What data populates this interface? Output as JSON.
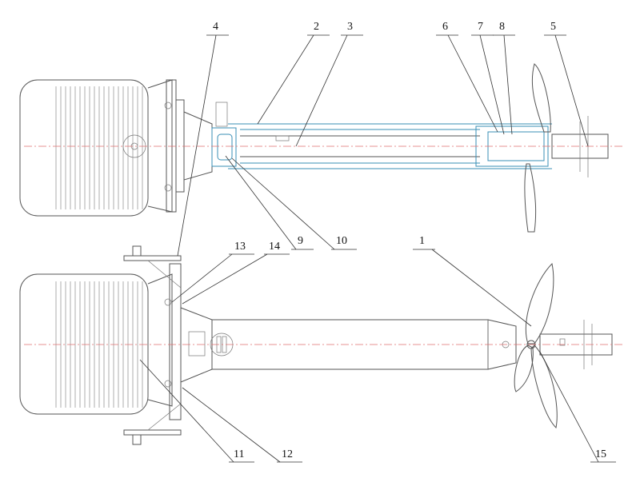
{
  "callouts": {
    "c1": "1",
    "c2": "2",
    "c3": "3",
    "c4": "4",
    "c5": "5",
    "c6": "6",
    "c7": "7",
    "c8": "8",
    "c9": "9",
    "c10": "10",
    "c11": "11",
    "c12": "12",
    "c13": "13",
    "c14": "14",
    "c15": "15"
  },
  "colors": {
    "centerline": "#e07070",
    "section": "#3a8fb5",
    "outline": "#555555"
  }
}
